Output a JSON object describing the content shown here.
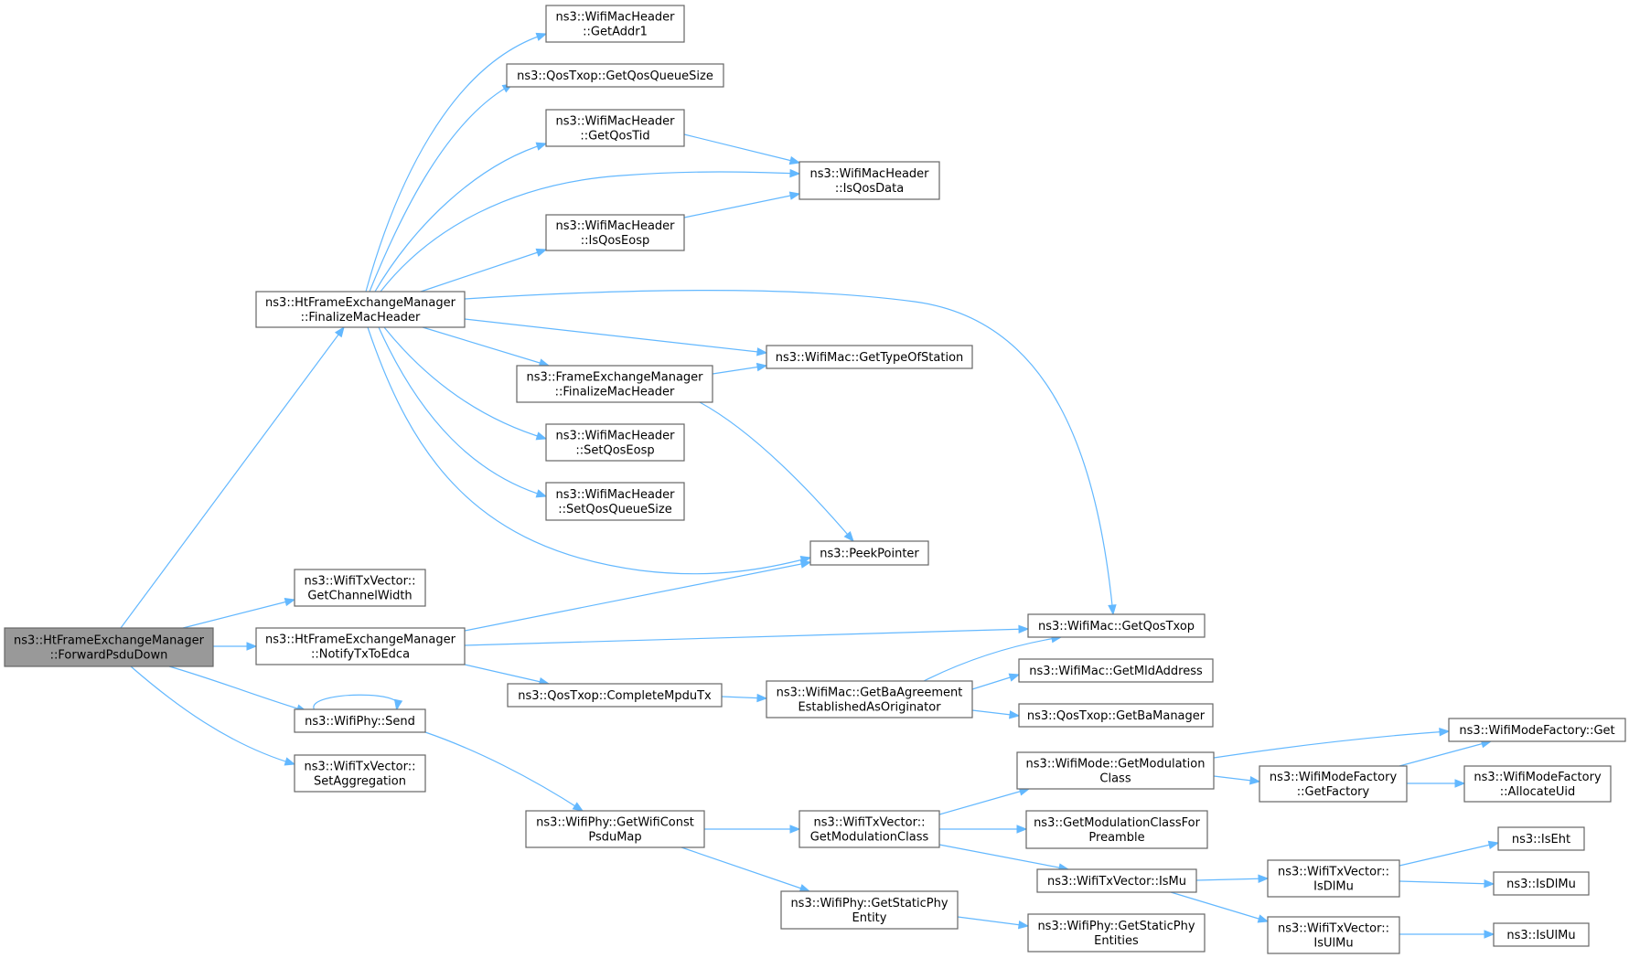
{
  "nodes": [
    {
      "id": "forwardpsdudown",
      "lines": [
        "ns3::HtFrameExchangeManager",
        "::ForwardPsduDown"
      ],
      "root": true
    },
    {
      "id": "ht-finalizemacheader",
      "lines": [
        "ns3::HtFrameExchangeManager",
        "::FinalizeMacHeader"
      ]
    },
    {
      "id": "getchannelwidth",
      "lines": [
        "ns3::WifiTxVector::",
        "GetChannelWidth"
      ]
    },
    {
      "id": "notifytxtoedca",
      "lines": [
        "ns3::HtFrameExchangeManager",
        "::NotifyTxToEdca"
      ]
    },
    {
      "id": "phy-send",
      "lines": [
        "ns3::WifiPhy::Send"
      ]
    },
    {
      "id": "setaggregation",
      "lines": [
        "ns3::WifiTxVector::",
        "SetAggregation"
      ]
    },
    {
      "id": "getaddr1",
      "lines": [
        "ns3::WifiMacHeader",
        "::GetAddr1"
      ]
    },
    {
      "id": "getqosqueuesize",
      "lines": [
        "ns3::QosTxop::GetQosQueueSize"
      ]
    },
    {
      "id": "getqostid",
      "lines": [
        "ns3::WifiMacHeader",
        "::GetQosTid"
      ]
    },
    {
      "id": "isqoseosp",
      "lines": [
        "ns3::WifiMacHeader",
        "::IsQosEosp"
      ]
    },
    {
      "id": "fem-finalizemacheader",
      "lines": [
        "ns3::FrameExchangeManager",
        "::FinalizeMacHeader"
      ]
    },
    {
      "id": "setqoseosp",
      "lines": [
        "ns3::WifiMacHeader",
        "::SetQosEosp"
      ]
    },
    {
      "id": "setqosqueuesize",
      "lines": [
        "ns3::WifiMacHeader",
        "::SetQosQueueSize"
      ]
    },
    {
      "id": "completempdutx",
      "lines": [
        "ns3::QosTxop::CompleteMpduTx"
      ]
    },
    {
      "id": "getwificonstpsdumap",
      "lines": [
        "ns3::WifiPhy::GetWifiConst",
        "PsduMap"
      ]
    },
    {
      "id": "isqosdata",
      "lines": [
        "ns3::WifiMacHeader",
        "::IsQosData"
      ]
    },
    {
      "id": "gettypeofstation",
      "lines": [
        "ns3::WifiMac::GetTypeOfStation"
      ]
    },
    {
      "id": "peekpointer",
      "lines": [
        "ns3::PeekPointer"
      ]
    },
    {
      "id": "getbaagreement",
      "lines": [
        "ns3::WifiMac::GetBaAgreement",
        "EstablishedAsOriginator"
      ]
    },
    {
      "id": "txv-getmodulationclass",
      "lines": [
        "ns3::WifiTxVector::",
        "GetModulationClass"
      ]
    },
    {
      "id": "getstaticphyentity",
      "lines": [
        "ns3::WifiPhy::GetStaticPhy",
        "Entity"
      ]
    },
    {
      "id": "getqostxop",
      "lines": [
        "ns3::WifiMac::GetQosTxop"
      ]
    },
    {
      "id": "getmldaddress",
      "lines": [
        "ns3::WifiMac::GetMldAddress"
      ]
    },
    {
      "id": "getbamanager",
      "lines": [
        "ns3::QosTxop::GetBaManager"
      ]
    },
    {
      "id": "mode-getmodulationclass",
      "lines": [
        "ns3::WifiMode::GetModulation",
        "Class"
      ]
    },
    {
      "id": "getmodulationclassforpreamble",
      "lines": [
        "ns3::GetModulationClassFor",
        "Preamble"
      ]
    },
    {
      "id": "txv-ismu",
      "lines": [
        "ns3::WifiTxVector::IsMu"
      ]
    },
    {
      "id": "getstaticphyentities",
      "lines": [
        "ns3::WifiPhy::GetStaticPhy",
        "Entities"
      ]
    },
    {
      "id": "modefactory-getfactory",
      "lines": [
        "ns3::WifiModeFactory",
        "::GetFactory"
      ]
    },
    {
      "id": "txv-isdlmu",
      "lines": [
        "ns3::WifiTxVector::",
        "IsDlMu"
      ]
    },
    {
      "id": "txv-isulmu",
      "lines": [
        "ns3::WifiTxVector::",
        "IsUlMu"
      ]
    },
    {
      "id": "modefactory-get",
      "lines": [
        "ns3::WifiModeFactory::Get"
      ]
    },
    {
      "id": "modefactory-allocateuid",
      "lines": [
        "ns3::WifiModeFactory",
        "::AllocateUid"
      ]
    },
    {
      "id": "iseht",
      "lines": [
        "ns3::IsEht"
      ]
    },
    {
      "id": "isdlmu",
      "lines": [
        "ns3::IsDlMu"
      ]
    },
    {
      "id": "isulmu",
      "lines": [
        "ns3::IsUlMu"
      ]
    }
  ],
  "edges": [
    {
      "from": "forwardpsdudown",
      "to": "ht-finalizemacheader"
    },
    {
      "from": "forwardpsdudown",
      "to": "getchannelwidth"
    },
    {
      "from": "forwardpsdudown",
      "to": "notifytxtoedca"
    },
    {
      "from": "forwardpsdudown",
      "to": "phy-send"
    },
    {
      "from": "forwardpsdudown",
      "to": "setaggregation"
    },
    {
      "from": "ht-finalizemacheader",
      "to": "getaddr1"
    },
    {
      "from": "ht-finalizemacheader",
      "to": "getqosqueuesize"
    },
    {
      "from": "ht-finalizemacheader",
      "to": "getqostid"
    },
    {
      "from": "ht-finalizemacheader",
      "to": "isqosdata"
    },
    {
      "from": "ht-finalizemacheader",
      "to": "isqoseosp"
    },
    {
      "from": "ht-finalizemacheader",
      "to": "getqostxop"
    },
    {
      "from": "ht-finalizemacheader",
      "to": "gettypeofstation"
    },
    {
      "from": "ht-finalizemacheader",
      "to": "fem-finalizemacheader"
    },
    {
      "from": "ht-finalizemacheader",
      "to": "setqoseosp"
    },
    {
      "from": "ht-finalizemacheader",
      "to": "setqosqueuesize"
    },
    {
      "from": "ht-finalizemacheader",
      "to": "peekpointer"
    },
    {
      "from": "getqostid",
      "to": "isqosdata"
    },
    {
      "from": "isqoseosp",
      "to": "isqosdata"
    },
    {
      "from": "fem-finalizemacheader",
      "to": "gettypeofstation"
    },
    {
      "from": "fem-finalizemacheader",
      "to": "peekpointer"
    },
    {
      "from": "notifytxtoedca",
      "to": "peekpointer"
    },
    {
      "from": "notifytxtoedca",
      "to": "getqostxop"
    },
    {
      "from": "notifytxtoedca",
      "to": "completempdutx"
    },
    {
      "from": "completempdutx",
      "to": "getbaagreement"
    },
    {
      "from": "getbaagreement",
      "to": "getqostxop"
    },
    {
      "from": "getbaagreement",
      "to": "getmldaddress"
    },
    {
      "from": "getbaagreement",
      "to": "getbamanager"
    },
    {
      "from": "phy-send",
      "to": "phy-send"
    },
    {
      "from": "phy-send",
      "to": "getwificonstpsdumap"
    },
    {
      "from": "getwificonstpsdumap",
      "to": "txv-getmodulationclass"
    },
    {
      "from": "getwificonstpsdumap",
      "to": "getstaticphyentity"
    },
    {
      "from": "txv-getmodulationclass",
      "to": "mode-getmodulationclass"
    },
    {
      "from": "txv-getmodulationclass",
      "to": "getmodulationclassforpreamble"
    },
    {
      "from": "txv-getmodulationclass",
      "to": "txv-ismu"
    },
    {
      "from": "getstaticphyentity",
      "to": "getstaticphyentities"
    },
    {
      "from": "mode-getmodulationclass",
      "to": "modefactory-get"
    },
    {
      "from": "mode-getmodulationclass",
      "to": "modefactory-getfactory"
    },
    {
      "from": "modefactory-getfactory",
      "to": "modefactory-get"
    },
    {
      "from": "modefactory-getfactory",
      "to": "modefactory-allocateuid"
    },
    {
      "from": "txv-ismu",
      "to": "txv-isdlmu"
    },
    {
      "from": "txv-ismu",
      "to": "txv-isulmu"
    },
    {
      "from": "txv-isdlmu",
      "to": "iseht"
    },
    {
      "from": "txv-isdlmu",
      "to": "isdlmu"
    },
    {
      "from": "txv-isulmu",
      "to": "isulmu"
    }
  ],
  "colors": {
    "edge": "#63b8ff",
    "node_border": "#666666",
    "node_fill": "#ffffff",
    "root_fill": "#999999"
  }
}
